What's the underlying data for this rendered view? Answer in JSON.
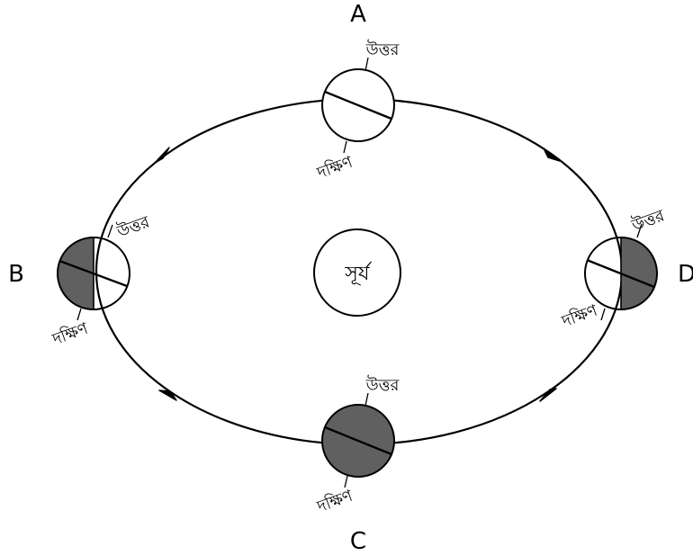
{
  "sun": {
    "label": "সূর্য"
  },
  "positions": [
    {
      "id": "A",
      "letter": "A",
      "north": "উত্তর",
      "south": "দক্ষিণ",
      "shading": "none"
    },
    {
      "id": "B",
      "letter": "B",
      "north": "উত্তর",
      "south": "দক্ষিণ",
      "shading": "left-half"
    },
    {
      "id": "C",
      "letter": "C",
      "north": "উত্তর",
      "south": "দক্ষিণ",
      "shading": "full"
    },
    {
      "id": "D",
      "letter": "D",
      "north": "উত্তর",
      "south": "দক্ষিণ",
      "shading": "right-half"
    }
  ],
  "colors": {
    "shade": "#606060",
    "line": "#000000",
    "fill": "#ffffff"
  }
}
